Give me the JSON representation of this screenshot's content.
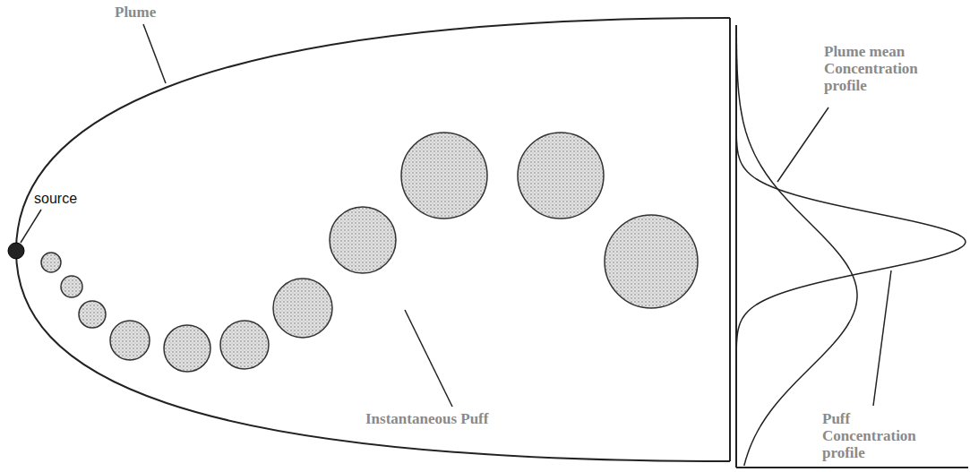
{
  "diagram": {
    "labels": [
      "Plume",
      "source",
      "Instantaneous Puff",
      "Plume mean Concentration profile",
      "Puff Concentration profile"
    ]
  }
}
